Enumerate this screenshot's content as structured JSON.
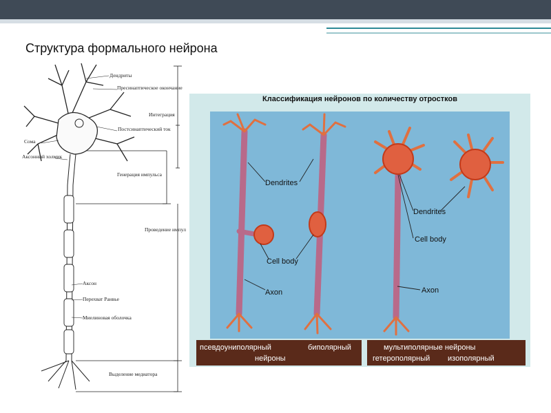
{
  "slide": {
    "title": "Структура формального нейрона"
  },
  "left_figure": {
    "labels": {
      "dendrites": "Дендриты",
      "presynaptic": "Пресинаптическое окончание",
      "integration": "Интеграция",
      "postsynaptic": "Постсинаптический ток",
      "soma": "Сома",
      "axon_hillock": "Аксонный холмик",
      "impulse_generation": "Генерация импульса",
      "impulse_conduction": "Проведение импульса",
      "axon": "Аксон",
      "ranvier_node": "Перехват Ранвье",
      "myelin_sheath": "Миелиновая оболочка",
      "mediator_release": "Выделение медиатора"
    }
  },
  "right_panel": {
    "title": "Классификация нейронов по количеству отростков",
    "labels": {
      "dendrites_1": "Dendrites",
      "dendrites_2": "Dendrites",
      "cell_body_1": "Cell body",
      "cell_body_2": "Cell body",
      "axon_1": "Axon",
      "axon_2": "Axon"
    },
    "captions": {
      "pseudounipolar": "псевдоуниполярный",
      "bipolar": "биполярный",
      "neurons_1": "нейроны",
      "multipolar": "мультиполярные нейроны",
      "heteropolar": "гетерополярный",
      "isopolar": "изополярный"
    },
    "colors": {
      "background": "#d2e9ea",
      "neuron_fill": "#e06040",
      "neuron_dark": "#c23a1a",
      "axon_sheath": "#b86a8a",
      "caption_bar": "#5a2a1a"
    }
  }
}
